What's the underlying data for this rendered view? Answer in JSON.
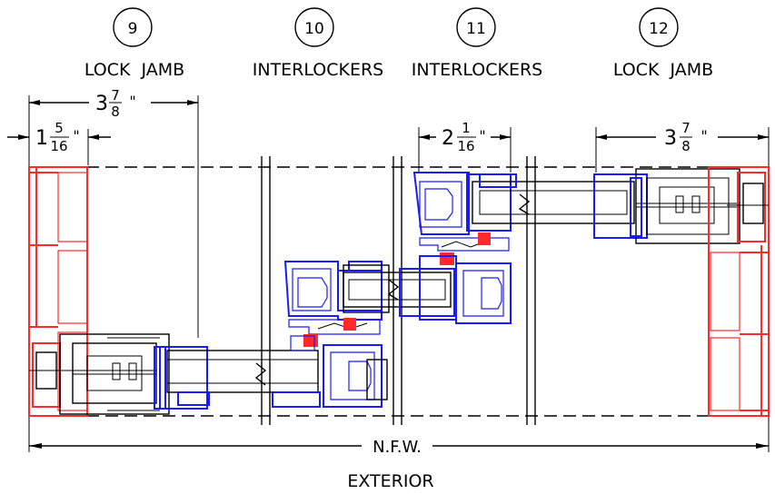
{
  "callouts": [
    {
      "number": "9",
      "caption": "LOCK  JAMB"
    },
    {
      "number": "10",
      "caption": "INTERLOCKERS"
    },
    {
      "number": "11",
      "caption": "INTERLOCKERS"
    },
    {
      "number": "12",
      "caption": "LOCK  JAMB"
    }
  ],
  "dimensions": {
    "left_overall": {
      "whole": "3",
      "num": "7",
      "den": "8",
      "inch": "\""
    },
    "left_small": {
      "whole": "1",
      "num": "5",
      "den": "16",
      "inch": "\""
    },
    "interlock": {
      "whole": "2",
      "num": "1",
      "den": "16",
      "inch": "\""
    },
    "right_overall": {
      "whole": "3",
      "num": "7",
      "den": "8",
      "inch": "\""
    }
  },
  "nfw_label": "N.F.W.",
  "exterior_label": "EXTERIOR",
  "colors": {
    "frame": "#ff2a2a",
    "panel": "#1a1aff",
    "line": "#000000"
  }
}
